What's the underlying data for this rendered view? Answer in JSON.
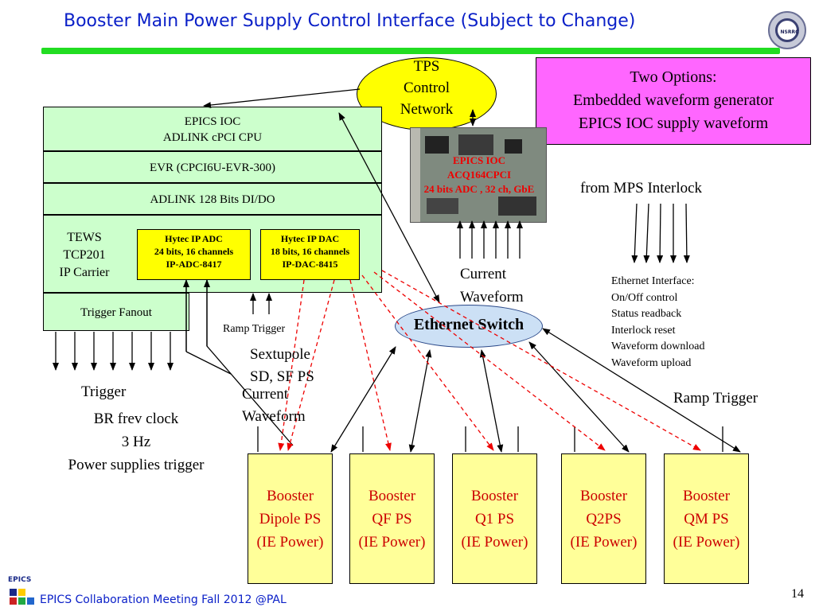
{
  "title": "Booster Main Power Supply Control Interface (Subject to Change)",
  "logo_text": "NSRRC",
  "tps_network": [
    "TPS",
    "Control",
    "Network"
  ],
  "options": [
    "Two Options:",
    "Embedded  waveform generator",
    "EPICS IOC supply waveform"
  ],
  "board_text": [
    "EPICS IOC",
    "ACQ164CPCI",
    "24 bits ADC , 32 ch, GbE"
  ],
  "ioc": {
    "cpu": [
      "EPICS IOC",
      "ADLINK cPCI CPU"
    ],
    "evr": "EVR (CPCI6U-EVR-300)",
    "dio": "ADLINK 128 Bits DI/DO",
    "carrier": [
      "TEWS",
      "TCP201",
      "IP Carrier"
    ],
    "adc": [
      "Hytec IP ADC",
      "24 bits, 16 channels",
      "IP-ADC-8417"
    ],
    "dac": [
      "Hytec IP DAC",
      "18 bits, 16 channels",
      "IP-DAC-8415"
    ],
    "fanout": "Trigger Fanout"
  },
  "labels": {
    "current_waveform_top": [
      "Current",
      "Waveform"
    ],
    "from_mps": "from MPS Interlock",
    "ethernet_switch": "Ethernet Switch",
    "ramp_trigger_small": "Ramp Trigger",
    "sextupole": [
      "Sextupole",
      "SD, SF PS"
    ],
    "current_waveform_mid": [
      "Current",
      "Waveform"
    ],
    "trigger": "Trigger",
    "trigger_details": [
      "BR frev clock",
      "3 Hz",
      "Power supplies trigger"
    ],
    "ramp_trigger": "Ramp Trigger"
  },
  "ethernet_interface": [
    "Ethernet Interface:",
    "On/Off control",
    "Status readback",
    "Interlock reset",
    "Waveform download",
    "Waveform upload"
  ],
  "power_supplies": [
    [
      "Booster",
      "Dipole PS",
      "(IE Power)"
    ],
    [
      "Booster",
      "QF PS",
      "(IE Power)"
    ],
    [
      "Booster",
      "Q1 PS",
      "(IE Power)"
    ],
    [
      "Booster",
      "Q2PS",
      "(IE Power)"
    ],
    [
      "Booster",
      "QM PS",
      "(IE Power)"
    ]
  ],
  "footer": "EPICS Collaboration Meeting Fall 2012 @PAL",
  "epics_logo_text": "EPICS",
  "page_number": "14",
  "colors": {
    "title_blue": "#0b20c8",
    "rule_green": "#22dd22",
    "module_green": "#ccffcc",
    "yellow": "#ffff00",
    "ps_yellow": "#ffff99",
    "pink": "#ff66ff",
    "dashed_red": "#ee0000",
    "ps_text_red": "#cc0000",
    "switch_blue": "#cce0f5"
  }
}
